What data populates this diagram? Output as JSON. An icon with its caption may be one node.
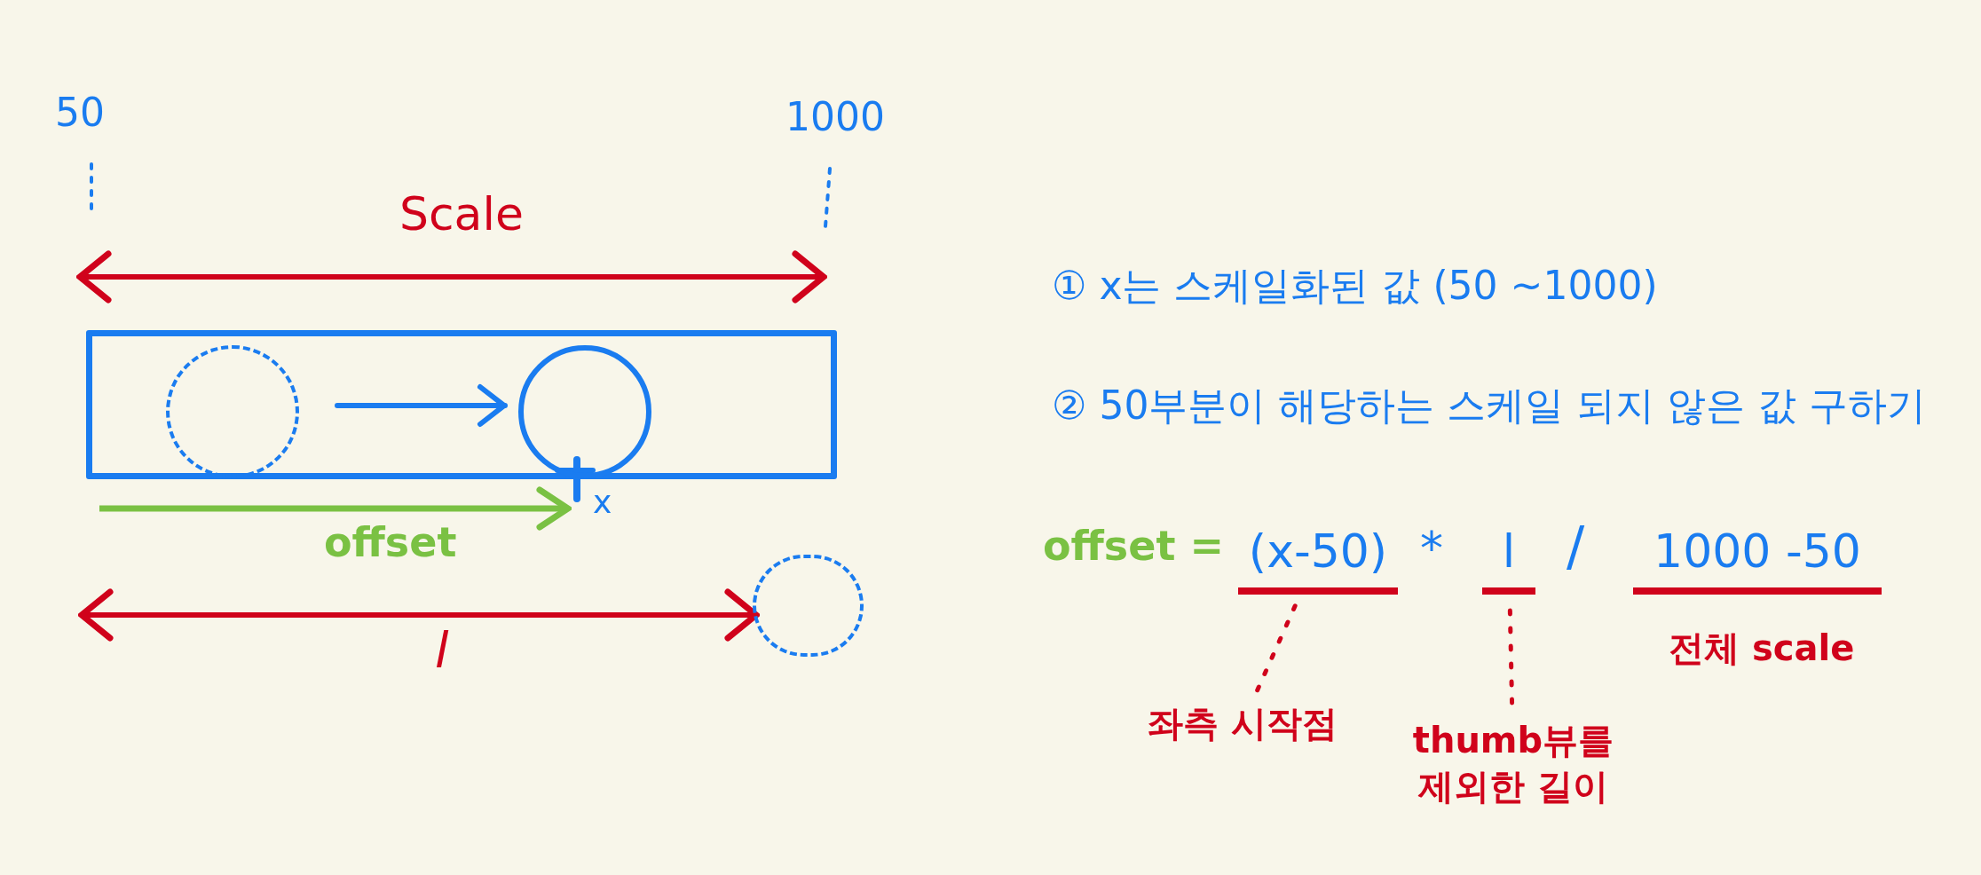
{
  "diagram": {
    "nodes": [
      {
        "text": [],
        "shape": "box"
      },
      {
        "text": [],
        "shape": "circle",
        "in": 0
      },
      {
        "text": [],
        "shape": "circle",
        "in": 0
      },
      {
        "text": [],
        "shape": "circle"
      },
      {
        "text": [
          "(x-50)"
        ]
      },
      {
        "text": [
          "l"
        ]
      },
      {
        "text": [
          "1000 -50"
        ],
        "beside": [
          "전체 scale"
        ]
      },
      {
        "text": [
          "좌측 시작점"
        ]
      },
      {
        "text": [
          "thumb뷰를 제외한 길이"
        ]
      }
    ],
    "edges": [
      {
        "from": 1,
        "to": 2,
        "arrow": "to",
        "color": "#1a7cf0"
      },
      {
        "from": 7,
        "to": 4,
        "arrow": "none",
        "style": "dashed"
      },
      {
        "from": 8,
        "to": 5,
        "arrow": "none",
        "style": "dashed"
      }
    ],
    "labels": [
      "50",
      "1000",
      "Scale",
      "x",
      "offset",
      "l",
      "① x는 스케일화된 값 (50 ~1000)",
      "② 50부분이 해당하는 스케일 되지 않은 값 구하기",
      "offset =",
      "*",
      "/"
    ]
  }
}
